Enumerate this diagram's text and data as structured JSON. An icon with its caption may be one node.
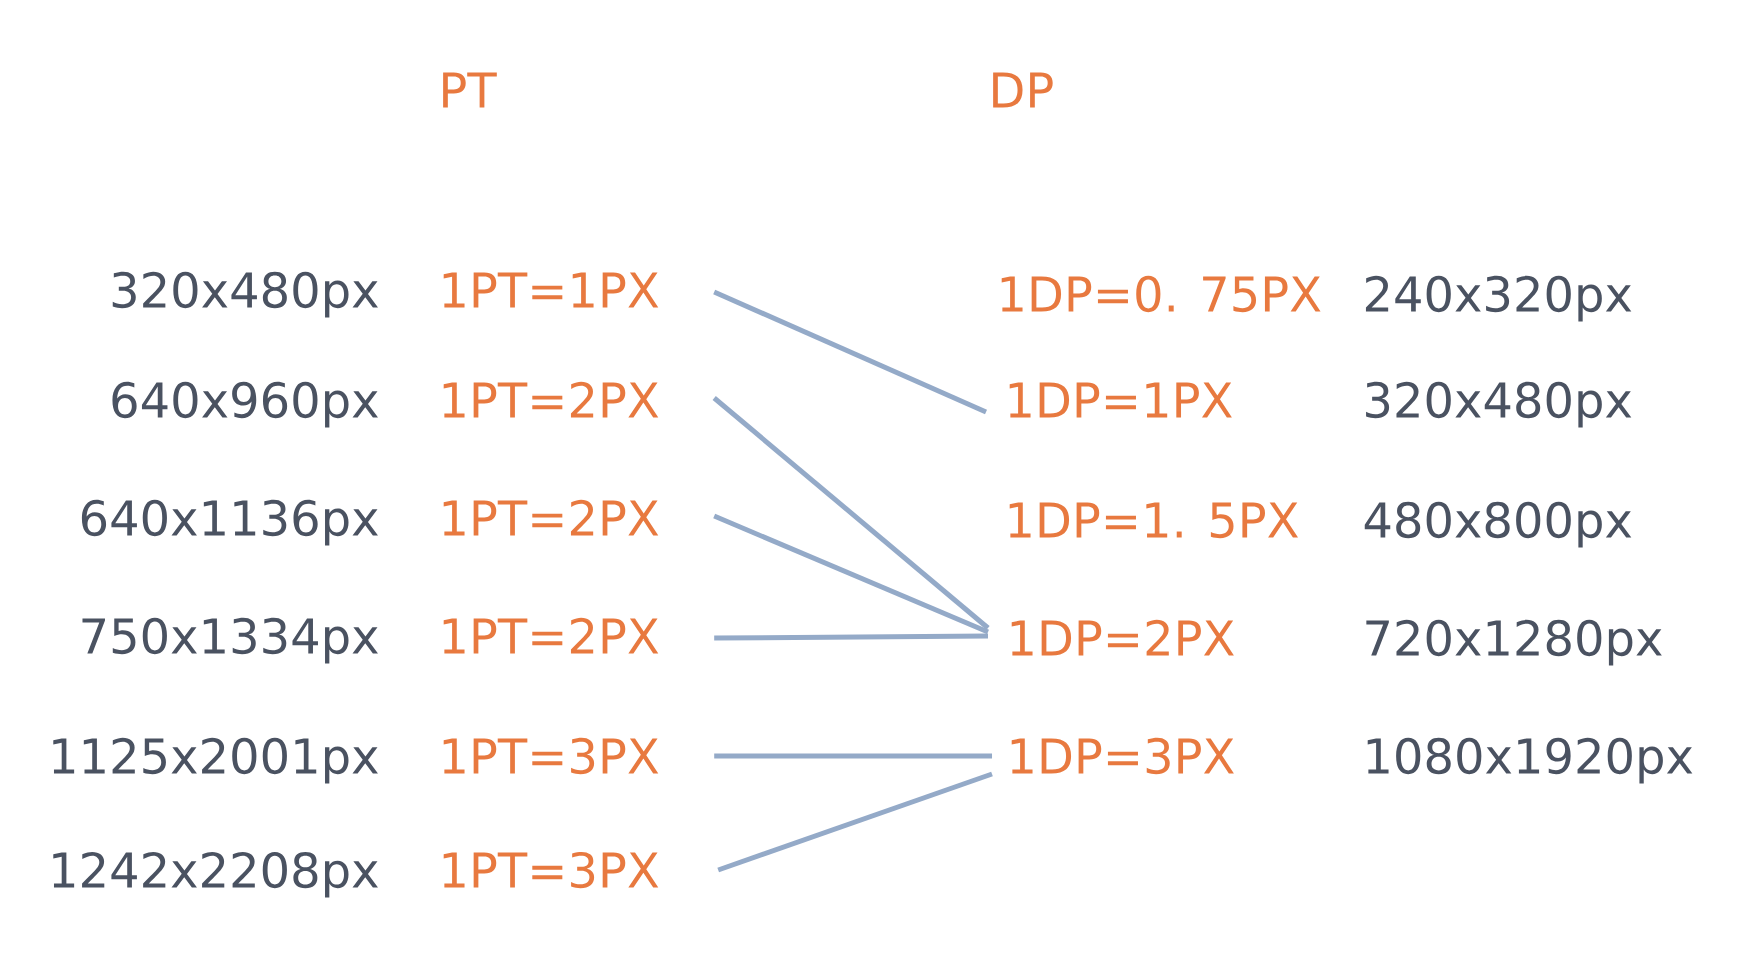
{
  "diagram": {
    "nodes": [
      {
        "text": [
          "1PT=1PX"
        ],
        "beside": [
          "320x480px"
        ]
      },
      {
        "text": [
          "1PT=2PX"
        ],
        "beside": [
          "640x960px"
        ]
      },
      {
        "text": [
          "1PT=2PX"
        ],
        "beside": [
          "640x1136px"
        ]
      },
      {
        "text": [
          "1PT=2PX"
        ],
        "beside": [
          "750x1334px"
        ]
      },
      {
        "text": [
          "1PT=3PX"
        ],
        "beside": [
          "1125x2001px"
        ]
      },
      {
        "text": [
          "1PT=3PX"
        ],
        "beside": [
          "1242x2208px"
        ]
      },
      {
        "text": [
          "1DP=0. 75PX"
        ],
        "beside": [
          "240x320px"
        ]
      },
      {
        "text": [
          "1DP=1PX"
        ],
        "beside": [
          "320x480px"
        ]
      },
      {
        "text": [
          "1DP=1. 5PX"
        ],
        "beside": [
          "480x800px"
        ]
      },
      {
        "text": [
          "1DP=2PX"
        ],
        "beside": [
          "720x1280px"
        ]
      },
      {
        "text": [
          "1DP=3PX"
        ],
        "beside": [
          "1080x1920px"
        ]
      }
    ],
    "edges": [
      {
        "from": 0,
        "to": 7,
        "arrow": "none"
      },
      {
        "from": 1,
        "to": 9,
        "arrow": "none"
      },
      {
        "from": 2,
        "to": 9,
        "arrow": "none"
      },
      {
        "from": 3,
        "to": 9,
        "arrow": "none"
      },
      {
        "from": 4,
        "to": 10,
        "arrow": "none"
      },
      {
        "from": 5,
        "to": 10,
        "arrow": "none"
      }
    ],
    "labels": [
      "PT",
      "DP"
    ]
  }
}
